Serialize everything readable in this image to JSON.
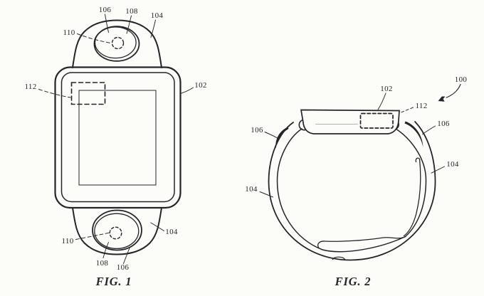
{
  "colors": {
    "ink": "#24242a",
    "paper": "#fcfcf9"
  },
  "figure1": {
    "caption": "FIG. 1",
    "labels": [
      {
        "ref": "106"
      },
      {
        "ref": "108"
      },
      {
        "ref": "104"
      },
      {
        "ref": "110"
      },
      {
        "ref": "112"
      },
      {
        "ref": "102"
      },
      {
        "ref": "104"
      },
      {
        "ref": "110"
      },
      {
        "ref": "108"
      },
      {
        "ref": "106"
      }
    ]
  },
  "figure2": {
    "caption": "FIG. 2",
    "labels": [
      {
        "ref": "102"
      },
      {
        "ref": "100"
      },
      {
        "ref": "112"
      },
      {
        "ref": "106"
      },
      {
        "ref": "106"
      },
      {
        "ref": "104"
      },
      {
        "ref": "104"
      }
    ]
  }
}
